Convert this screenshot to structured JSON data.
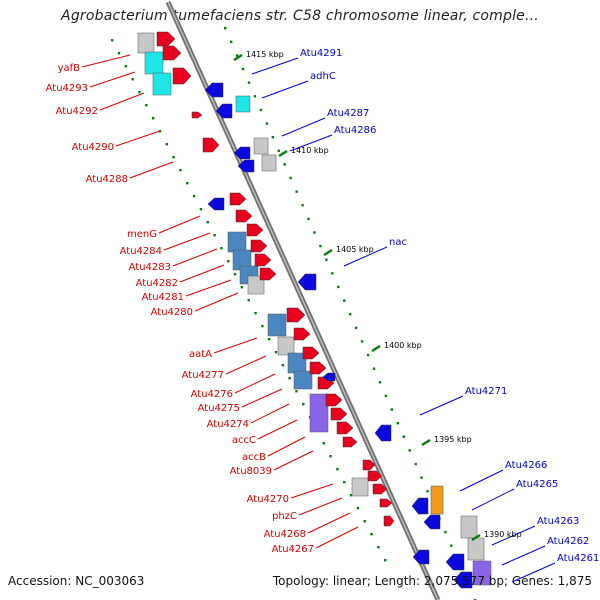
{
  "title": "Agrobacterium tumefaciens str. C58 chromosome linear, comple...",
  "footer": {
    "accession": "Accession: NC_003063",
    "topology": "Topology: linear; Length: 2,075,577 bp; Genes: 1,875"
  },
  "colors": {
    "forward_gene": "#e8001c",
    "reverse_gene": "#0a0ae0",
    "backbone": "#8c8c8c",
    "tick": "#0a7a0a",
    "feature_gray": "#c8c8c8",
    "feature_cyan": "#1ee6e6",
    "feature_steelblue": "#4a86c0",
    "feature_purple": "#8a64e6",
    "feature_orange": "#f09a1e"
  },
  "scale_ticks": [
    "1415 kbp",
    "1410 kbp",
    "1405 kbp",
    "1400 kbp",
    "1395 kbp",
    "1390 kbp"
  ],
  "genes_left": [
    "yafB",
    "Atu4293",
    "Atu4292",
    "Atu4290",
    "Atu4288",
    "menG",
    "Atu4284",
    "Atu4283",
    "Atu4282",
    "Atu4281",
    "Atu4280",
    "aatA",
    "Atu4277",
    "Atu4276",
    "Atu4275",
    "Atu4274",
    "accC",
    "accB",
    "Atu8039",
    "Atu4270",
    "phzC",
    "Atu4268",
    "Atu4267"
  ],
  "genes_right": [
    "Atu4291",
    "adhC",
    "Atu4287",
    "Atu4286",
    "nac",
    "Atu4271",
    "Atu4266",
    "Atu4265",
    "Atu4263",
    "Atu4262",
    "Atu4261"
  ]
}
